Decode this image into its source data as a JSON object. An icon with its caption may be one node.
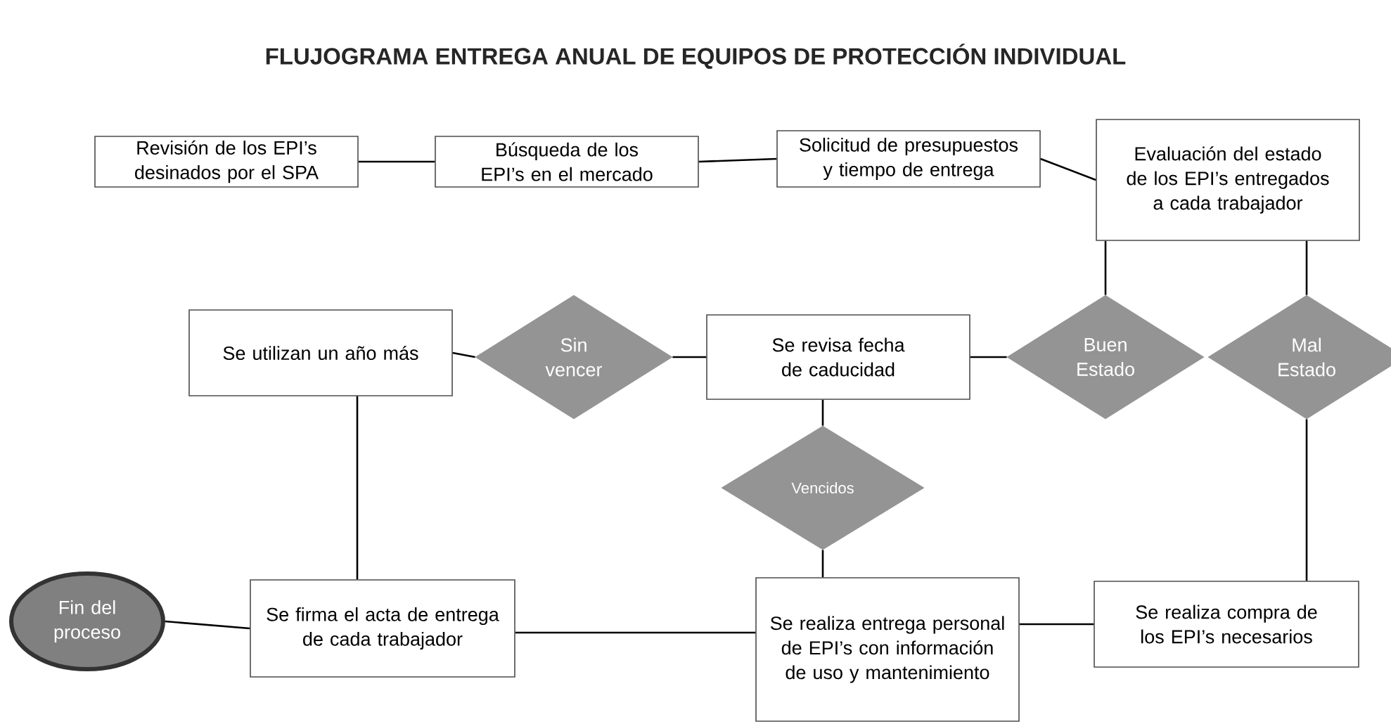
{
  "diagram": {
    "title": "FLUJOGRAMA ENTREGA ANUAL DE EQUIPOS DE PROTECCIÓN INDIVIDUAL",
    "nodes": [
      {
        "text": [
          "Revisión de los EPI’s desinados por el SPA"
        ]
      },
      {
        "text": [
          "Búsqueda de los EPI’s en el mercado"
        ]
      },
      {
        "text": [
          "Solicitud de presupuestos y tiempo de entrega"
        ]
      },
      {
        "text": [
          "Evaluación del estado de los EPI’s entregados a cada trabajador"
        ]
      },
      {
        "text": [
          "Se utilizan un año más"
        ]
      },
      {
        "text": [
          "Sin vencer"
        ]
      },
      {
        "text": [
          "Se revisa fecha de caducidad"
        ]
      },
      {
        "text": [
          "Buen Estado"
        ]
      },
      {
        "text": [
          "Mal Estado"
        ]
      },
      {
        "text": [
          "Vencidos"
        ]
      },
      {
        "text": [
          "Fin del proceso"
        ]
      },
      {
        "text": [
          "Se firma el acta de entrega de cada trabajador"
        ]
      },
      {
        "text": [
          "Se realiza entrega personal de EPI’s con información de uso y mantenimiento"
        ]
      },
      {
        "text": [
          "Se realiza compra de los EPI’s necesarios"
        ]
      }
    ],
    "edges": [
      {
        "from": 0,
        "to": 1,
        "arrow": "none"
      },
      {
        "from": 1,
        "to": 2,
        "arrow": "none"
      },
      {
        "from": 2,
        "to": 3,
        "arrow": "none"
      },
      {
        "from": 3,
        "to": 7,
        "arrow": "none"
      },
      {
        "from": 3,
        "to": 8,
        "arrow": "none"
      },
      {
        "from": 7,
        "to": 6,
        "arrow": "none"
      },
      {
        "from": 6,
        "to": 5,
        "arrow": "none"
      },
      {
        "from": 5,
        "to": 4,
        "arrow": "none"
      },
      {
        "from": 4,
        "to": 11,
        "arrow": "none"
      },
      {
        "from": 6,
        "to": 9,
        "arrow": "none"
      },
      {
        "from": 9,
        "to": 12,
        "arrow": "none"
      },
      {
        "from": 8,
        "to": 13,
        "arrow": "none"
      },
      {
        "from": 13,
        "to": 12,
        "arrow": "none"
      },
      {
        "from": 12,
        "to": 11,
        "arrow": "none"
      },
      {
        "from": 11,
        "to": 10,
        "arrow": "none"
      }
    ]
  }
}
